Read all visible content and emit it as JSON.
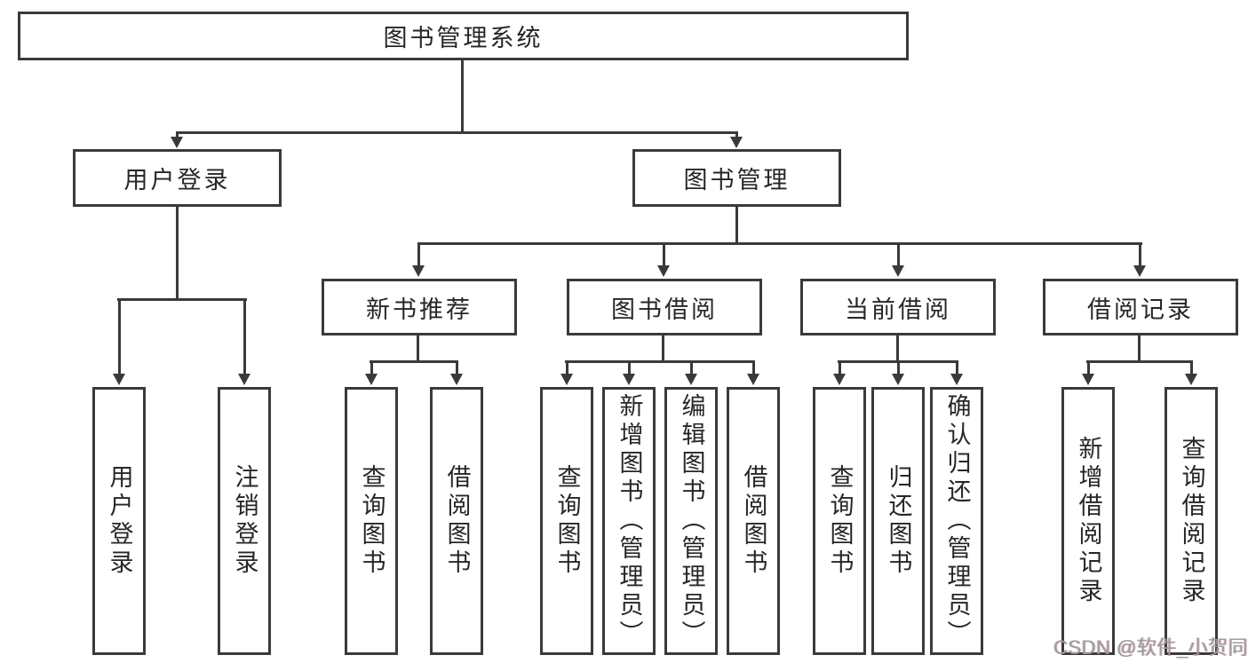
{
  "colors": {
    "line": "#3a3a3a",
    "text": "#262626",
    "background": "#ffffff",
    "watermark": "#9c9c9c"
  },
  "diagram": {
    "root": {
      "label": "图书管理系统"
    },
    "branches": [
      {
        "label": "用户登录",
        "children": [
          {
            "label": "用户登录"
          },
          {
            "label": "注销登录"
          }
        ]
      },
      {
        "label": "图书管理",
        "children": [
          {
            "label": "新书推荐",
            "children": [
              {
                "label": "查询图书"
              },
              {
                "label": "借阅图书"
              }
            ]
          },
          {
            "label": "图书借阅",
            "children": [
              {
                "label": "查询图书"
              },
              {
                "label": "新增图书（管理员）"
              },
              {
                "label": "编辑图书（管理员）"
              },
              {
                "label": "借阅图书"
              }
            ]
          },
          {
            "label": "当前借阅",
            "children": [
              {
                "label": "查询图书"
              },
              {
                "label": "归还图书"
              },
              {
                "label": "确认归还（管理员）"
              }
            ]
          },
          {
            "label": "借阅记录",
            "children": [
              {
                "label": "新增借阅记录"
              },
              {
                "label": "查询借阅记录"
              }
            ]
          }
        ]
      }
    ]
  },
  "watermark": {
    "text": "CSDN @软件_小贺同学"
  }
}
